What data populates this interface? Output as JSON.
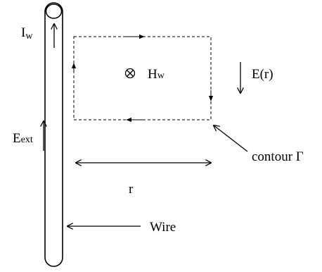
{
  "diagram": {
    "labels": {
      "wire_current": {
        "main": "I",
        "sub": "w"
      },
      "external_field": {
        "main": "E",
        "sub": "ext"
      },
      "magnetic_field": {
        "main": "H",
        "sub": "w"
      },
      "electric_field": "E(r)",
      "contour": "contour Γ",
      "radius": "r",
      "wire": "Wire"
    },
    "symbols": {
      "magnetic_field_direction": "into-page-circled-x-icon"
    }
  }
}
